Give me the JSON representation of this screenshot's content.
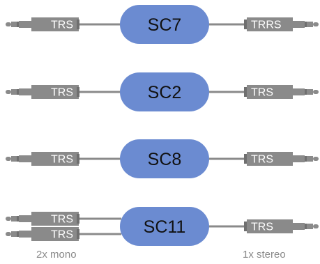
{
  "colors": {
    "pill_fill": "#6b8bd1",
    "pill_text": "#111111",
    "jack_body": "#8a8a8a",
    "jack_dark": "#6f6f6f",
    "jack_text": "#ffffff",
    "cable": "#8a8a8a",
    "caption": "#8a8a8a"
  },
  "rows": [
    {
      "label": "SC7",
      "left_jacks": [
        "TRS"
      ],
      "right_jack": "TRRS"
    },
    {
      "label": "SC2",
      "left_jacks": [
        "TRS"
      ],
      "right_jack": "TRS"
    },
    {
      "label": "SC8",
      "left_jacks": [
        "TRS"
      ],
      "right_jack": "TRS"
    },
    {
      "label": "SC11",
      "left_jacks": [
        "TRS",
        "TRS"
      ],
      "right_jack": "TRS"
    }
  ],
  "captions": {
    "left": "2x mono",
    "right": "1x stereo"
  }
}
